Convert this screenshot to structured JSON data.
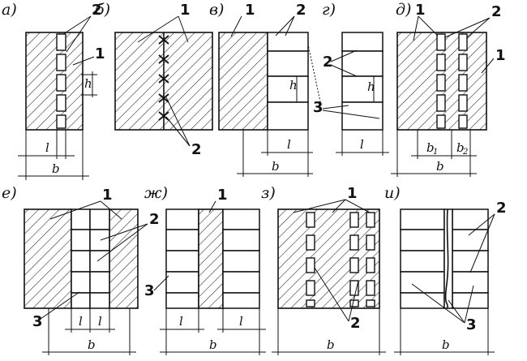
{
  "panels": [
    {
      "label": "а)"
    },
    {
      "label": "б)"
    },
    {
      "label": "в)"
    },
    {
      "label": "г)"
    },
    {
      "label": "д)"
    },
    {
      "label": "е)"
    },
    {
      "label": "ж)"
    },
    {
      "label": "з)"
    },
    {
      "label": "и)"
    }
  ],
  "callouts": {
    "one": "1",
    "two": "2",
    "three": "3"
  },
  "dims": {
    "l": "l",
    "b": "b",
    "h": "h",
    "b_sub1": "1",
    "b_sub2": "2"
  }
}
